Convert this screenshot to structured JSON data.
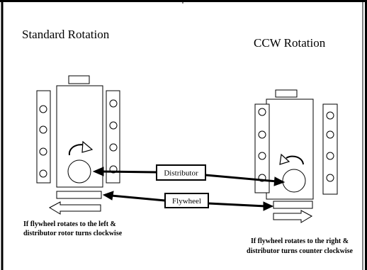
{
  "diagram": {
    "left_title": "Standard Rotation",
    "right_title": "CCW Rotation",
    "label_distributor": "Distributor",
    "label_flywheel": "Flywheel",
    "left_note": [
      "If flywheel rotates to the left &",
      "distributor rotor turns clockwise"
    ],
    "right_note": [
      "If flywheel rotates to the right &",
      "distributor turns counter clockwise"
    ],
    "left_arrow_direction": "left",
    "right_arrow_direction": "right",
    "left_rotation": "clockwise",
    "right_rotation": "counter-clockwise"
  }
}
